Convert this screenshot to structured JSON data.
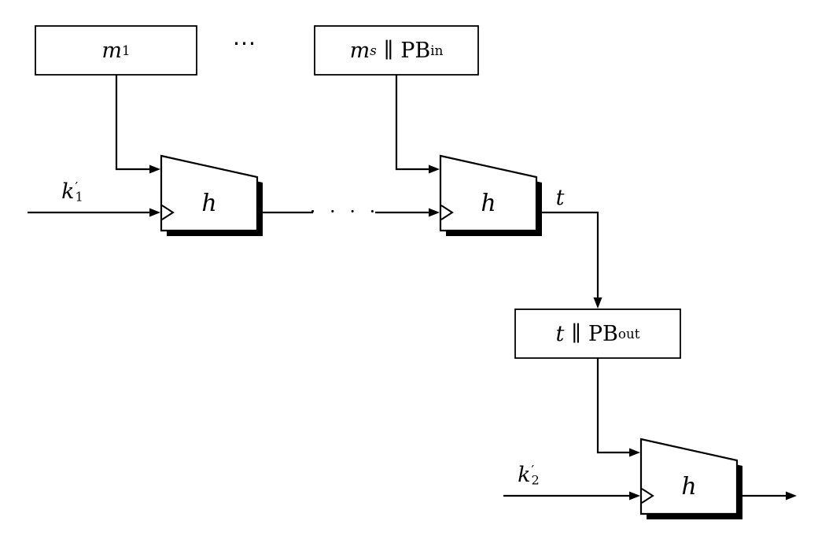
{
  "diagram": {
    "background_color": "#ffffff",
    "line_color": "#000000",
    "box_fill_color": "#ffffff",
    "shadow_color": "#000000",
    "labels": {
      "m1": {
        "var": "m",
        "sub": "1"
      },
      "top_dots": "⋯",
      "ms": {
        "var": "m",
        "sub": "s",
        "concat": "∥",
        "pb": "PB",
        "pb_sub": "in"
      },
      "k1": {
        "var": "k",
        "prime": "′",
        "sub": "1"
      },
      "h": "h",
      "t": "t",
      "tpb": {
        "var": "t",
        "concat": "∥",
        "pb": "PB",
        "pb_sub": "out"
      },
      "k2": {
        "var": "k",
        "prime": "′",
        "sub": "2"
      },
      "chain_dots": "· · · ·"
    }
  }
}
